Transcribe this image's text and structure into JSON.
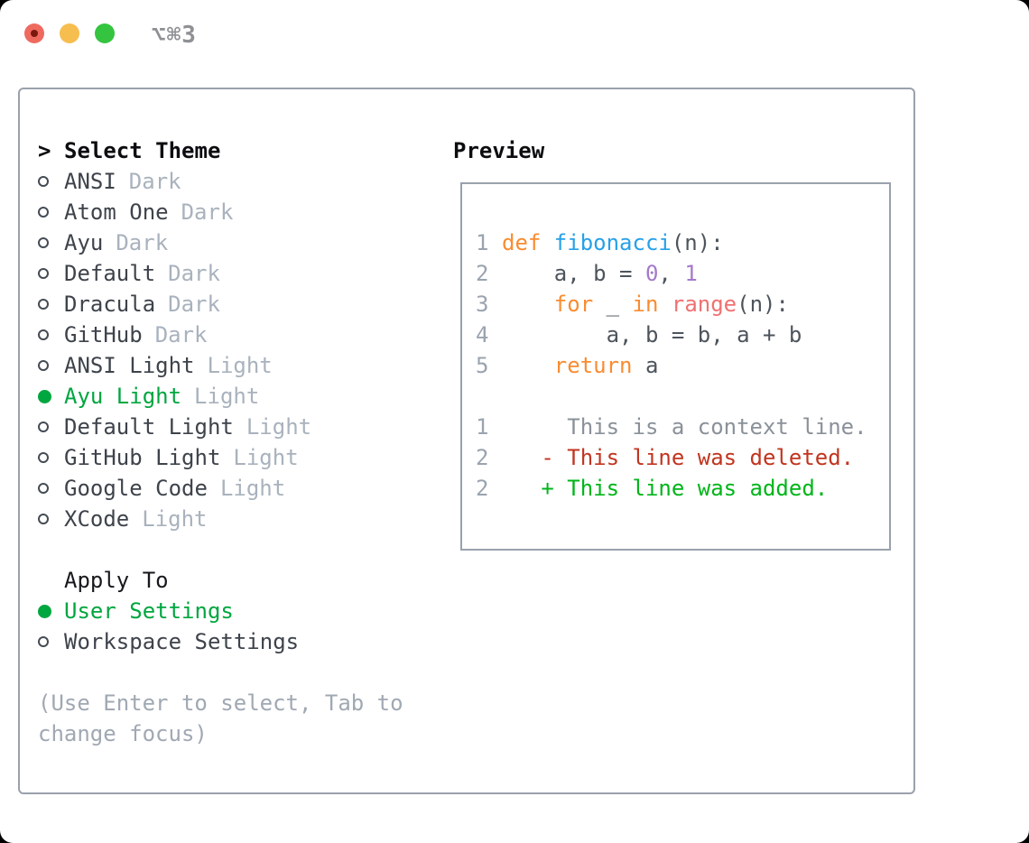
{
  "window": {
    "title": "⌥⌘3"
  },
  "theme_selector": {
    "prompt": ">",
    "heading": "Select Theme",
    "themes": [
      {
        "name": "ANSI",
        "variant": "Dark",
        "selected": false
      },
      {
        "name": "Atom One",
        "variant": "Dark",
        "selected": false
      },
      {
        "name": "Ayu",
        "variant": "Dark",
        "selected": false
      },
      {
        "name": "Default",
        "variant": "Dark",
        "selected": false
      },
      {
        "name": "Dracula",
        "variant": "Dark",
        "selected": false
      },
      {
        "name": "GitHub",
        "variant": "Dark",
        "selected": false
      },
      {
        "name": "ANSI Light",
        "variant": "Light",
        "selected": false
      },
      {
        "name": "Ayu Light",
        "variant": "Light",
        "selected": true
      },
      {
        "name": "Default Light",
        "variant": "Light",
        "selected": false
      },
      {
        "name": "GitHub Light",
        "variant": "Light",
        "selected": false
      },
      {
        "name": "Google Code",
        "variant": "Light",
        "selected": false
      },
      {
        "name": "XCode",
        "variant": "Light",
        "selected": false
      }
    ]
  },
  "apply_to": {
    "heading": "Apply To",
    "options": [
      {
        "name": "User Settings",
        "selected": true
      },
      {
        "name": "Workspace Settings",
        "selected": false
      }
    ]
  },
  "help": {
    "line1": "(Use Enter to select, Tab to",
    "line2": "change focus)"
  },
  "preview": {
    "heading": "Preview",
    "code_lines": [
      {
        "num": "1",
        "tokens": [
          {
            "text": "def ",
            "cls": "tok-keyword"
          },
          {
            "text": "fibonacci",
            "cls": "tok-function"
          },
          {
            "text": "(n):",
            "cls": "tok-plain"
          }
        ]
      },
      {
        "num": "2",
        "tokens": [
          {
            "text": "    a, b = ",
            "cls": "tok-plain"
          },
          {
            "text": "0",
            "cls": "tok-number"
          },
          {
            "text": ", ",
            "cls": "tok-plain"
          },
          {
            "text": "1",
            "cls": "tok-number"
          }
        ]
      },
      {
        "num": "3",
        "tokens": [
          {
            "text": "    ",
            "cls": "tok-plain"
          },
          {
            "text": "for",
            "cls": "tok-keyword"
          },
          {
            "text": " _ ",
            "cls": "tok-plain"
          },
          {
            "text": "in",
            "cls": "tok-keyword"
          },
          {
            "text": " ",
            "cls": "tok-plain"
          },
          {
            "text": "range",
            "cls": "tok-builtin"
          },
          {
            "text": "(n):",
            "cls": "tok-plain"
          }
        ]
      },
      {
        "num": "4",
        "tokens": [
          {
            "text": "        a, b = b, a + b",
            "cls": "tok-plain"
          }
        ]
      },
      {
        "num": "5",
        "tokens": [
          {
            "text": "    ",
            "cls": "tok-plain"
          },
          {
            "text": "return",
            "cls": "tok-keyword"
          },
          {
            "text": " a",
            "cls": "tok-plain"
          }
        ]
      }
    ],
    "diff_lines": [
      {
        "num": "1",
        "tokens": [
          {
            "text": "     This is a context line.",
            "cls": "tok-context"
          }
        ]
      },
      {
        "num": "2",
        "tokens": [
          {
            "text": "   - This line was deleted.",
            "cls": "tok-deleted"
          }
        ]
      },
      {
        "num": "2",
        "tokens": [
          {
            "text": "   + This line was added.",
            "cls": "tok-added"
          }
        ]
      }
    ]
  },
  "colors": {
    "keyword": "#f98c31",
    "function": "#28a0e8",
    "number": "#a37acc",
    "builtin": "#f07171",
    "plain": "#4d545c",
    "context": "#8a9199",
    "deleted": "#c03520",
    "added": "#00b519",
    "selected": "#00a63f",
    "item": "#3e434b",
    "variant": "#a9b2bd",
    "help": "#a0a8b3",
    "linenum": "#9aa3ae",
    "border": "#99a1ac",
    "heading": "#0b0d10",
    "title": "#8e9094"
  }
}
